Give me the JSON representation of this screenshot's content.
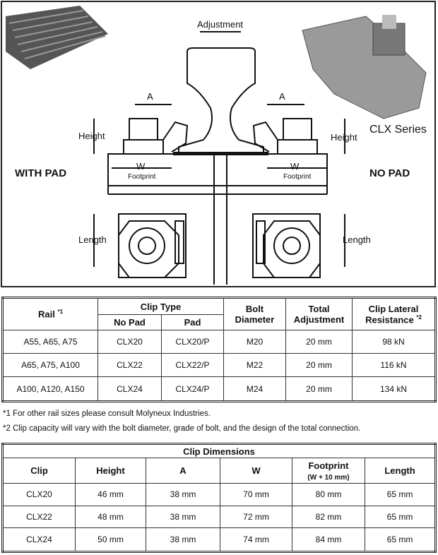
{
  "diagram": {
    "adjustment": "Adjustment",
    "a_left": "A",
    "a_right": "A",
    "height_left": "Height",
    "height_right": "Height",
    "w_left": "W",
    "w_right": "W",
    "footprint_left": "Footprint",
    "footprint_right": "Footprint",
    "with_pad": "WITH PAD",
    "no_pad": "NO PAD",
    "series": "CLX Series",
    "length_left": "Length",
    "length_right": "Length"
  },
  "table1": {
    "rail": "Rail",
    "rail_note": "*1",
    "clip_type": "Clip Type",
    "no_pad": "No Pad",
    "pad": "Pad",
    "bolt": "Bolt",
    "diameter": "Diameter",
    "total": "Total",
    "adjustment": "Adjustment",
    "lateral": "Clip Lateral",
    "resistance": "Resistance",
    "resistance_note": "*2",
    "rows": [
      [
        "A55, A65, A75",
        "CLX20",
        "CLX20/P",
        "M20",
        "20 mm",
        "98 kN"
      ],
      [
        "A65, A75, A100",
        "CLX22",
        "CLX22/P",
        "M22",
        "20 mm",
        "116 kN"
      ],
      [
        "A100, A120, A150",
        "CLX24",
        "CLX24/P",
        "M24",
        "20 mm",
        "134 kN"
      ]
    ]
  },
  "notes": [
    "*1  For other rail sizes please consult Molyneux Industries.",
    "*2  Clip capacity will vary with the bolt diameter, grade of bolt, and the design of the total connection."
  ],
  "table2": {
    "title": "Clip Dimensions",
    "headers": [
      "Clip",
      "Height",
      "A",
      "W",
      "Footprint",
      "Length"
    ],
    "footprint_sub": "(W + 10 mm)",
    "rows": [
      [
        "CLX20",
        "46 mm",
        "38 mm",
        "70 mm",
        "80 mm",
        "65 mm"
      ],
      [
        "CLX22",
        "48 mm",
        "38 mm",
        "72 mm",
        "82 mm",
        "65 mm"
      ],
      [
        "CLX24",
        "50 mm",
        "38 mm",
        "74 mm",
        "84 mm",
        "65 mm"
      ]
    ]
  }
}
